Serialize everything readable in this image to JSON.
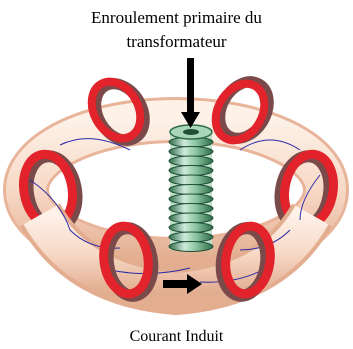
{
  "labels": {
    "primary_line1": "Enroulement primaire du",
    "primary_line2": "transformateur",
    "induced_current": "Courant Induit"
  },
  "colors": {
    "coil_red": "#e2232b",
    "coil_dark": "#7a4a4a",
    "torus_light": "#fbe6d8",
    "torus_shade": "#e8b49a",
    "field_line": "#2a2aa6",
    "solenoid_green": "#3f8a5e",
    "solenoid_light": "#c9e6d0"
  },
  "icons": {
    "arrow_down": "arrow-down-icon",
    "arrow_right": "arrow-right-icon"
  }
}
